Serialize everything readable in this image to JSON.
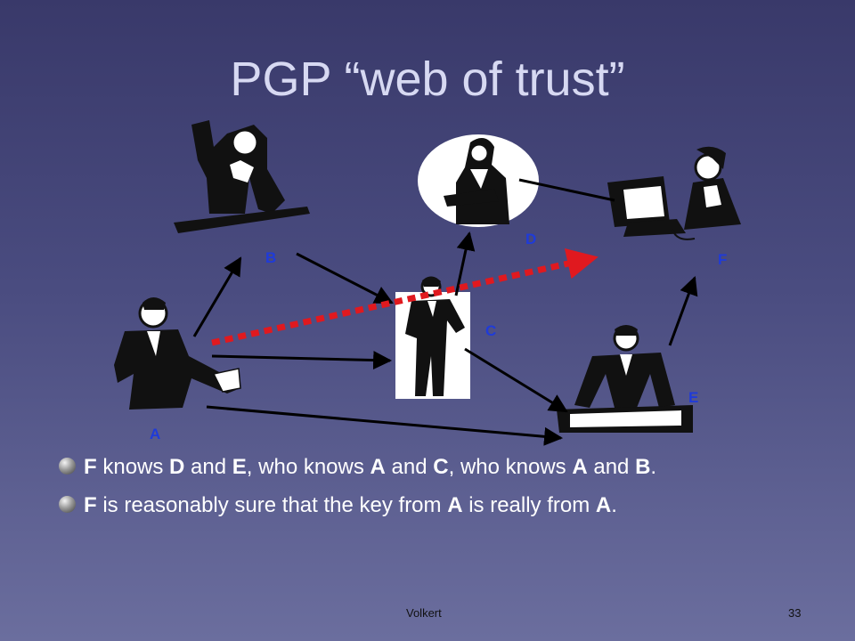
{
  "slide": {
    "title": "PGP “web of trust”",
    "nodes": {
      "A": {
        "label": "A"
      },
      "B": {
        "label": "B"
      },
      "C": {
        "label": "C"
      },
      "D": {
        "label": "D"
      },
      "E": {
        "label": "E"
      },
      "F": {
        "label": "F"
      }
    },
    "edges": [
      {
        "from": "A",
        "to": "B",
        "style": "solid"
      },
      {
        "from": "A",
        "to": "C",
        "style": "solid"
      },
      {
        "from": "A",
        "to": "E",
        "style": "solid"
      },
      {
        "from": "B",
        "to": "C",
        "style": "solid"
      },
      {
        "from": "C",
        "to": "D",
        "style": "solid"
      },
      {
        "from": "C",
        "to": "E",
        "style": "solid"
      },
      {
        "from": "E",
        "to": "F",
        "style": "solid"
      },
      {
        "from": "D",
        "to": "F",
        "style": "solid-line"
      },
      {
        "from": "A",
        "to": "F",
        "style": "dashed-red"
      }
    ],
    "bullets": [
      {
        "segments": [
          {
            "text": "F",
            "bold": true
          },
          {
            "text": " knows ",
            "bold": false
          },
          {
            "text": "D",
            "bold": true
          },
          {
            "text": " and ",
            "bold": false
          },
          {
            "text": "E",
            "bold": true
          },
          {
            "text": ", who knows ",
            "bold": false
          },
          {
            "text": "A",
            "bold": true
          },
          {
            "text": " and ",
            "bold": false
          },
          {
            "text": "C",
            "bold": true
          },
          {
            "text": ", who knows ",
            "bold": false
          },
          {
            "text": "A",
            "bold": true
          },
          {
            "text": " and ",
            "bold": false
          },
          {
            "text": "B",
            "bold": true
          },
          {
            "text": ".",
            "bold": false
          }
        ]
      },
      {
        "segments": [
          {
            "text": "F",
            "bold": true
          },
          {
            "text": " is reasonably sure that the key from ",
            "bold": false
          },
          {
            "text": "A",
            "bold": true
          },
          {
            "text": " is really from ",
            "bold": false
          },
          {
            "text": "A",
            "bold": true
          },
          {
            "text": ".",
            "bold": false
          }
        ]
      }
    ],
    "footer": {
      "author": "Volkert",
      "page": "33"
    },
    "colors": {
      "label_blue": "#1f3bd9",
      "trust_red": "#e0191f",
      "arrow": "#000000"
    }
  }
}
